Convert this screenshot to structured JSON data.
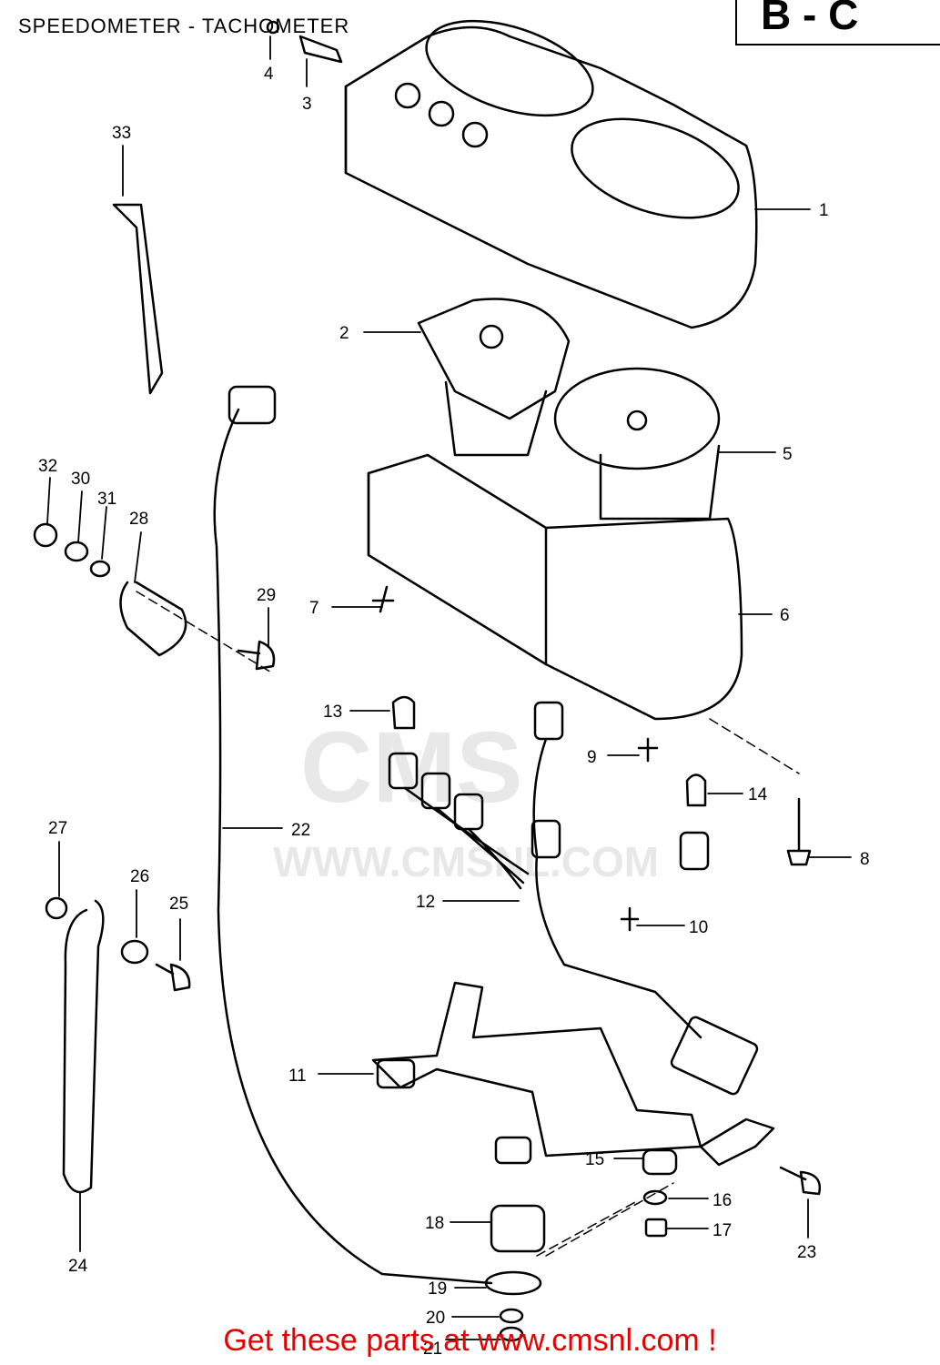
{
  "header": {
    "title": "SPEEDOMETER - TACHOMETER",
    "corner_mark": "B - C"
  },
  "watermark": {
    "logo_text": "CMS",
    "url_text": "WWW.CMSNL.COM"
  },
  "footer": {
    "promo": "Get these parts at www.cmsnl.com !"
  },
  "callouts": [
    "1",
    "2",
    "3",
    "4",
    "5",
    "6",
    "7",
    "8",
    "9",
    "10",
    "11",
    "12",
    "13",
    "14",
    "15",
    "16",
    "17",
    "18",
    "19",
    "20",
    "21",
    "22",
    "23",
    "24",
    "25",
    "26",
    "27",
    "28",
    "29",
    "30",
    "31",
    "32",
    "33"
  ],
  "colors": {
    "promo": "#e60000",
    "line": "#000000",
    "watermark": "#e8e8e8"
  }
}
